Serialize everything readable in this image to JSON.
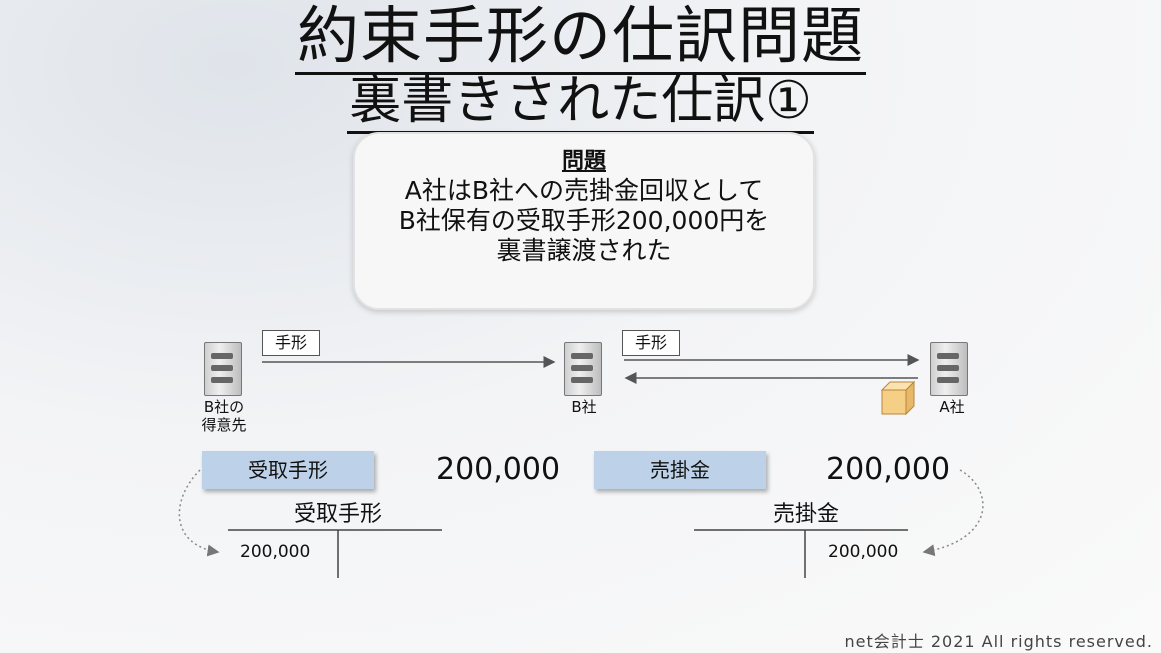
{
  "title": {
    "line1": "約束手形の仕訳問題",
    "line2": "裏書きされた仕訳①"
  },
  "problem": {
    "heading": "問題",
    "lines": [
      "A社はB社への売掛金回収として",
      "B社保有の受取手形200,000円を",
      "裏書譲渡された"
    ]
  },
  "diagram": {
    "left_node_label_1": "B社の",
    "left_node_label_2": "得意先",
    "middle_node_label": "B社",
    "right_node_label": "A社",
    "arrow_note_left": "手形",
    "arrow_note_right": "手形"
  },
  "journal": {
    "debit_account": "受取手形",
    "debit_amount": "200,000",
    "credit_account": "売掛金",
    "credit_amount": "200,000"
  },
  "t_accounts": {
    "left_title": "受取手形",
    "left_amount": "200,000",
    "right_title": "売掛金",
    "right_amount": "200,000"
  },
  "footer": "net会計士 2021 All rights reserved."
}
